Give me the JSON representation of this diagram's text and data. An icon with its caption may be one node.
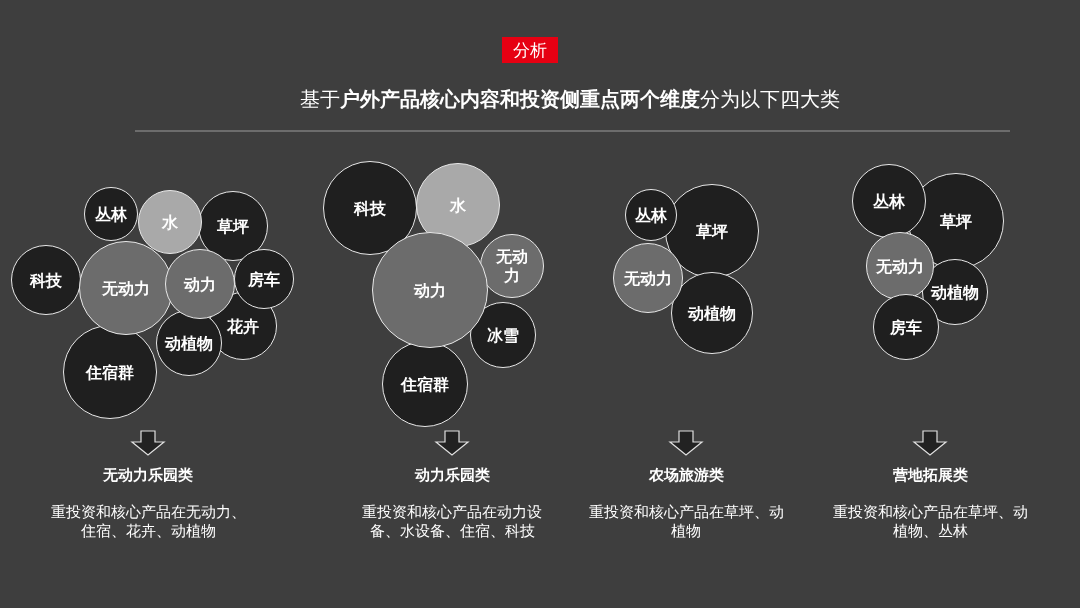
{
  "diagram": {
    "title": "基于**户外产品核心内容和投资侧重点两个维度**分为以下四大类",
    "nodes": [
      {
        "text": [
          "丛林"
        ]
      },
      {
        "text": [
          "水"
        ]
      },
      {
        "text": [
          "草坪"
        ]
      },
      {
        "text": [
          "科技"
        ]
      },
      {
        "text": [
          "无动力"
        ]
      },
      {
        "text": [
          "动力"
        ]
      },
      {
        "text": [
          "房车"
        ]
      },
      {
        "text": [
          "花卉"
        ]
      },
      {
        "text": [
          "动植物"
        ]
      },
      {
        "text": [
          "住宿群"
        ]
      },
      {
        "text": [
          "科技"
        ]
      },
      {
        "text": [
          "水"
        ]
      },
      {
        "text": [
          "无动力"
        ]
      },
      {
        "text": [
          "动力"
        ]
      },
      {
        "text": [
          "冰雪"
        ]
      },
      {
        "text": [
          "住宿群"
        ]
      },
      {
        "text": [
          "丛林"
        ]
      },
      {
        "text": [
          "草坪"
        ]
      },
      {
        "text": [
          "无动力"
        ]
      },
      {
        "text": [
          "动植物"
        ]
      },
      {
        "text": [
          "丛林"
        ]
      },
      {
        "text": [
          "草坪"
        ]
      },
      {
        "text": [
          "无动力"
        ]
      },
      {
        "text": [
          "动植物"
        ]
      },
      {
        "text": [
          "房车"
        ]
      },
      {
        "text": [
          "无动力乐园类",
          "重投资和核心产品在无动力、住宿、花卉、动植物"
        ]
      },
      {
        "text": [
          "动力乐园类",
          "重投资和核心产品在动力设备、水设备、住宿、科技"
        ]
      },
      {
        "text": [
          "农场旅游类",
          "重投资和核心产品在草坪、动植物"
        ]
      },
      {
        "text": [
          "营地拓展类",
          "重投资和核心产品在草坪、动植物、丛林"
        ]
      }
    ],
    "edges": [
      {
        "from": null,
        "to": 25,
        "arrow": "to"
      },
      {
        "from": null,
        "to": 26,
        "arrow": "to"
      },
      {
        "from": null,
        "to": 27,
        "arrow": "to"
      },
      {
        "from": null,
        "to": 28,
        "arrow": "to"
      }
    ],
    "labels": [
      "分析"
    ]
  }
}
